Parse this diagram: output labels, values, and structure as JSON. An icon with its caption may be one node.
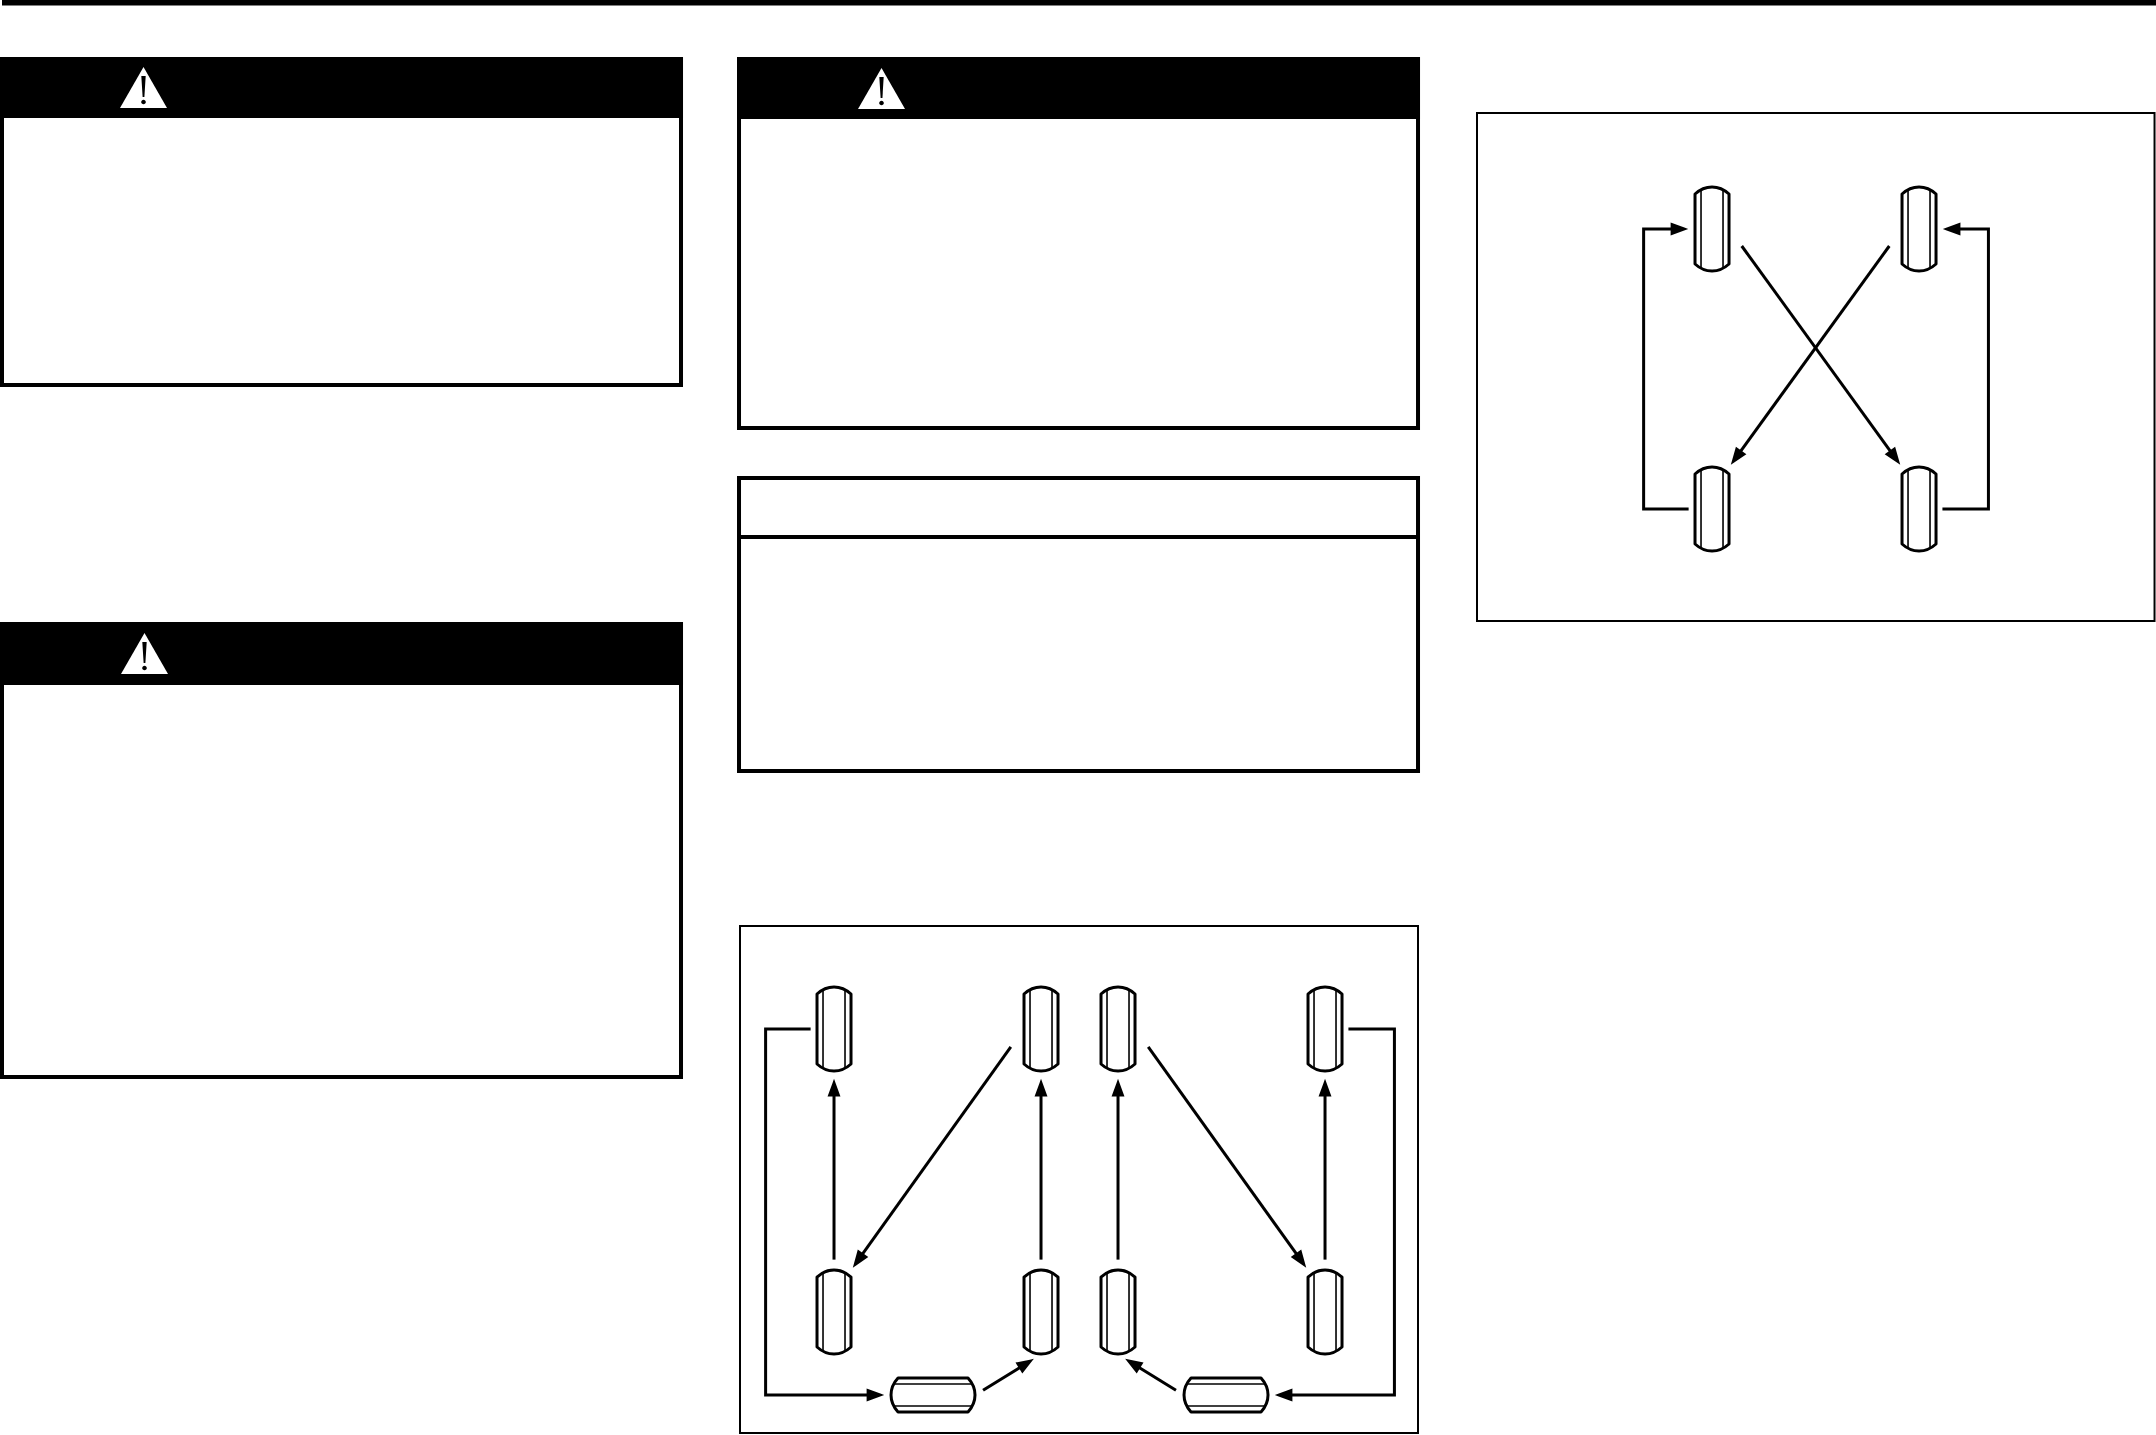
{
  "diagram": {
    "nodes": [
      {
        "text": [],
        "shape": "cylinder"
      },
      {
        "text": [],
        "shape": "cylinder"
      },
      {
        "text": [],
        "shape": "cylinder"
      },
      {
        "text": [],
        "shape": "cylinder"
      },
      {
        "text": [],
        "shape": "cylinder"
      },
      {
        "text": [],
        "shape": "cylinder"
      },
      {
        "text": [],
        "shape": "cylinder"
      },
      {
        "text": [],
        "shape": "cylinder"
      },
      {
        "text": [],
        "shape": "cylinder"
      },
      {
        "text": [],
        "shape": "cylinder"
      },
      {
        "text": [],
        "shape": "cylinder"
      },
      {
        "text": [],
        "shape": "cylinder"
      },
      {
        "text": [],
        "shape": "cylinder"
      },
      {
        "text": [],
        "shape": "cylinder"
      }
    ],
    "edges": [
      {
        "from": 0,
        "to": 8,
        "arrow": "to"
      },
      {
        "from": 4,
        "to": 0,
        "arrow": "to"
      },
      {
        "from": 1,
        "to": 4,
        "arrow": "to"
      },
      {
        "from": 5,
        "to": 1,
        "arrow": "to"
      },
      {
        "from": 8,
        "to": 5,
        "arrow": "to"
      },
      {
        "from": 3,
        "to": 9,
        "arrow": "to"
      },
      {
        "from": 7,
        "to": 3,
        "arrow": "to"
      },
      {
        "from": 2,
        "to": 7,
        "arrow": "to"
      },
      {
        "from": 6,
        "to": 2,
        "arrow": "to"
      },
      {
        "from": 9,
        "to": 6,
        "arrow": "to"
      },
      {
        "from": 12,
        "to": 10,
        "arrow": "to"
      },
      {
        "from": 10,
        "to": 13,
        "arrow": "to"
      },
      {
        "from": 11,
        "to": 12,
        "arrow": "to"
      },
      {
        "from": 13,
        "to": 11,
        "arrow": "to"
      }
    ]
  }
}
